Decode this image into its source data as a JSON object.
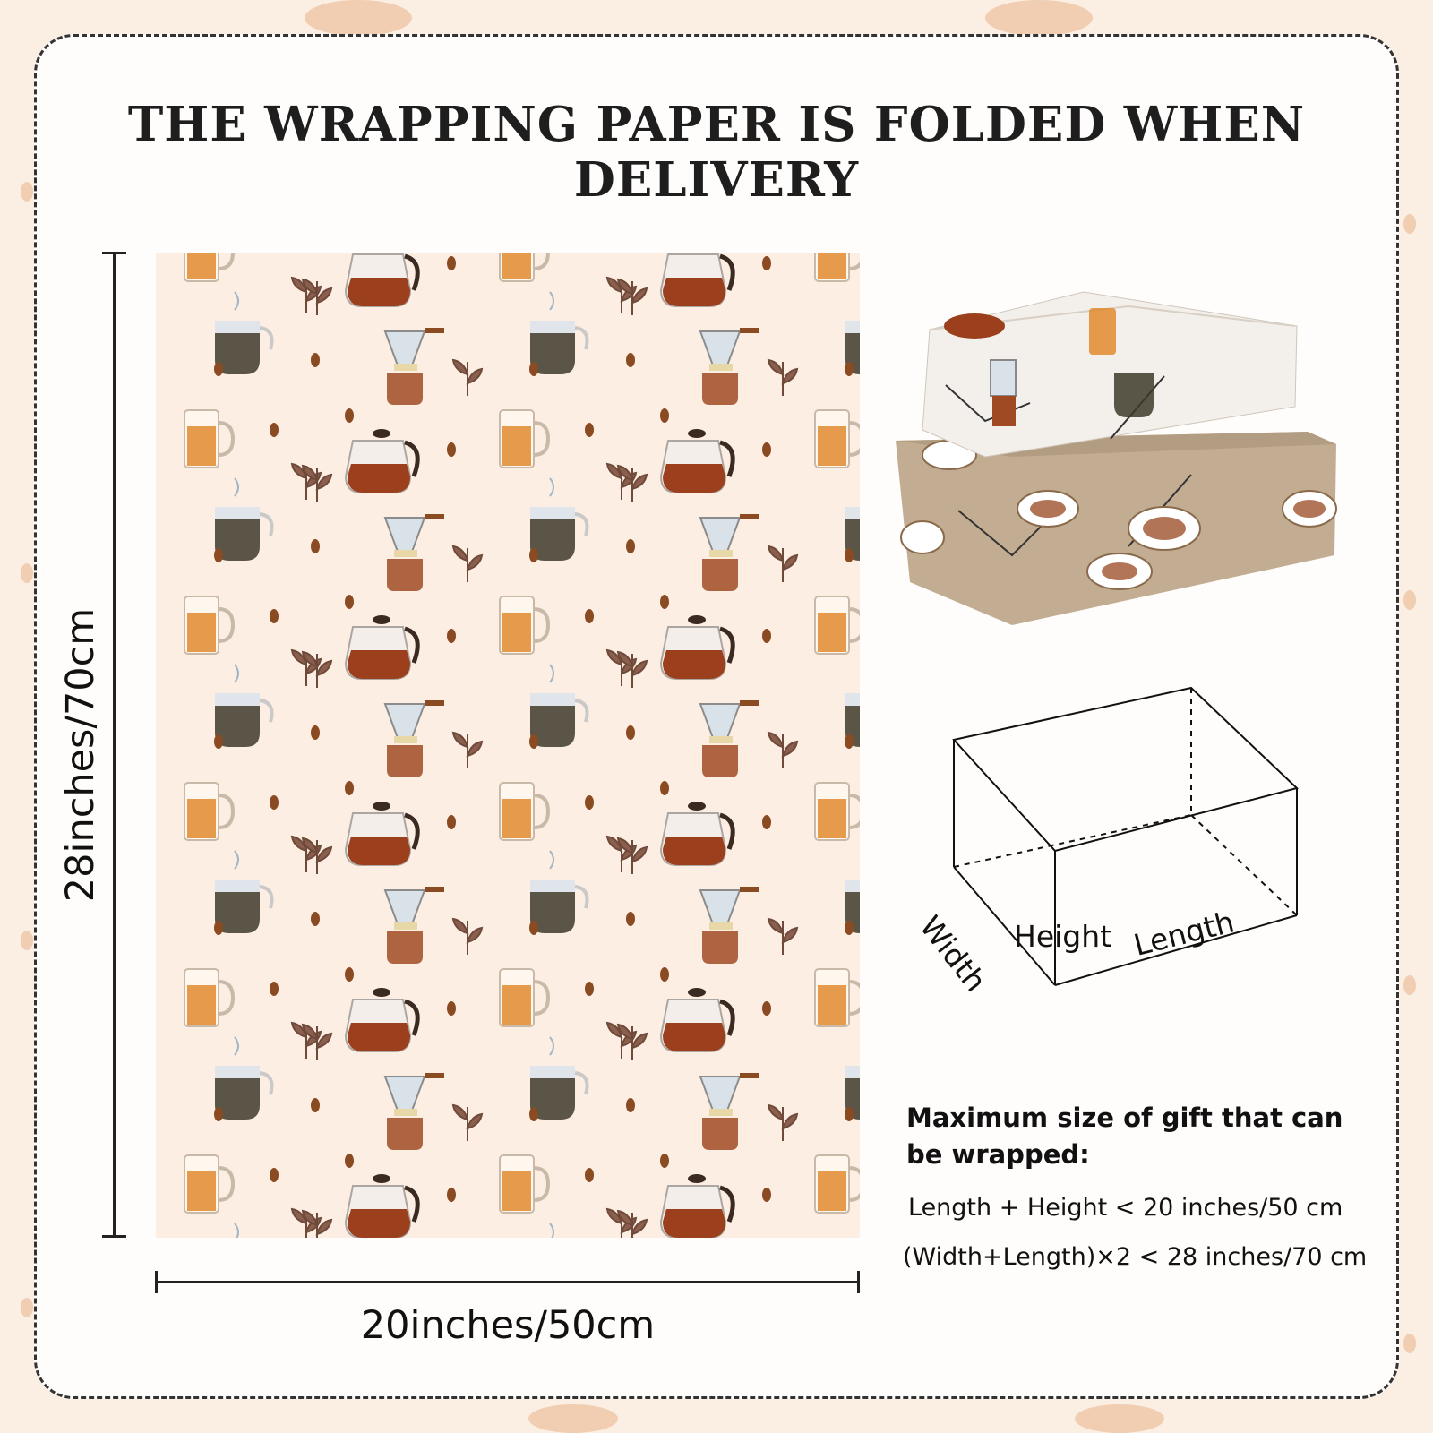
{
  "headline": "THE WRAPPING PAPER IS FOLDED WHEN DELIVERY",
  "dimensions": {
    "height_label": "28inches/70cm",
    "width_label": "20inches/50cm"
  },
  "box_diagram": {
    "width": "Width",
    "height": "Height",
    "length": "Length"
  },
  "max_size": {
    "title": "Maximum size of gift that can be wrapped:",
    "rule1": "Length + Height < 20 inches/50 cm",
    "rule2": "(Width+Length)×2 < 28 inches/70 cm"
  },
  "colors": {
    "paper": "#fdeee3",
    "coffee": "#7a3d1c",
    "tea": "#e08a2f",
    "kraft": "#c2ad92"
  }
}
